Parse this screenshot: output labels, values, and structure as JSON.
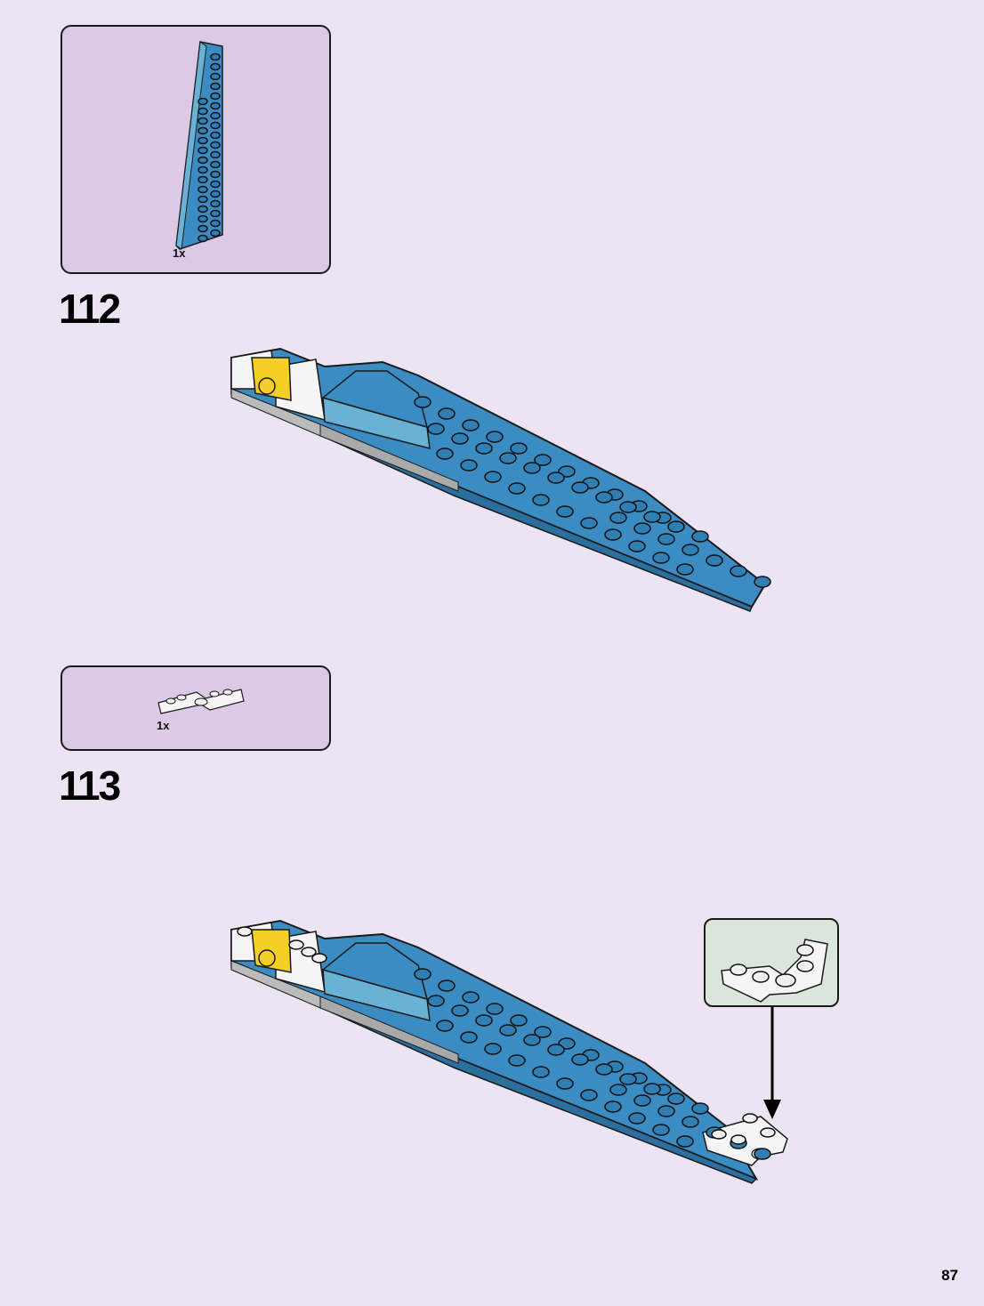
{
  "page": {
    "number": "87",
    "background": "#ece3f3"
  },
  "colors": {
    "parts_box": "#dbc9e6",
    "callout_box": "#d9e6d9",
    "brick_blue": "#3a8cc2",
    "brick_light_blue": "#6ab2d5",
    "brick_yellow": "#f4cf25",
    "brick_white": "#f5f5f5"
  },
  "steps": [
    {
      "number": "112",
      "parts": [
        {
          "name": "blue wedge plate",
          "icon": "wedge-plate-icon",
          "qty": "1x"
        }
      ]
    },
    {
      "number": "113",
      "parts": [
        {
          "name": "white hinge plate",
          "icon": "hinge-plate-icon",
          "qty": "1x"
        }
      ]
    }
  ]
}
